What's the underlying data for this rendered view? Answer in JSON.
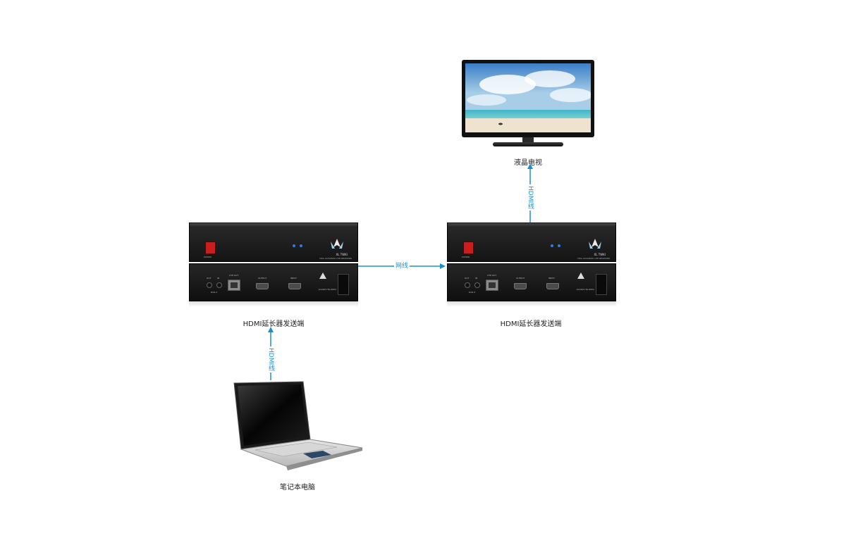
{
  "labels": {
    "tv": "液晶电视",
    "left_device": "HDMI延长器发送端",
    "right_device": "HDMI延长器发送端",
    "laptop": "笔记本电脑"
  },
  "connections": {
    "tv_link": "HDMI线",
    "network_link": "网线",
    "laptop_link": "HDMI线"
  },
  "device_panel": {
    "power": "POWER",
    "model": "HDA 1670/RE/K UTP RECEIVER",
    "logo_text": "XL TWKI",
    "rj45": "UTP OUT",
    "output": "OUTPUT",
    "input": "INPUT",
    "ir_out": "OUT",
    "ir_in": "IN",
    "ir_label": "RxD-d",
    "ac_rating": "AC220V 50-60Hz"
  },
  "colors": {
    "connector_line": "#1a8fd0",
    "power_switch": "#c81e1e",
    "led": "#2b7de9"
  }
}
